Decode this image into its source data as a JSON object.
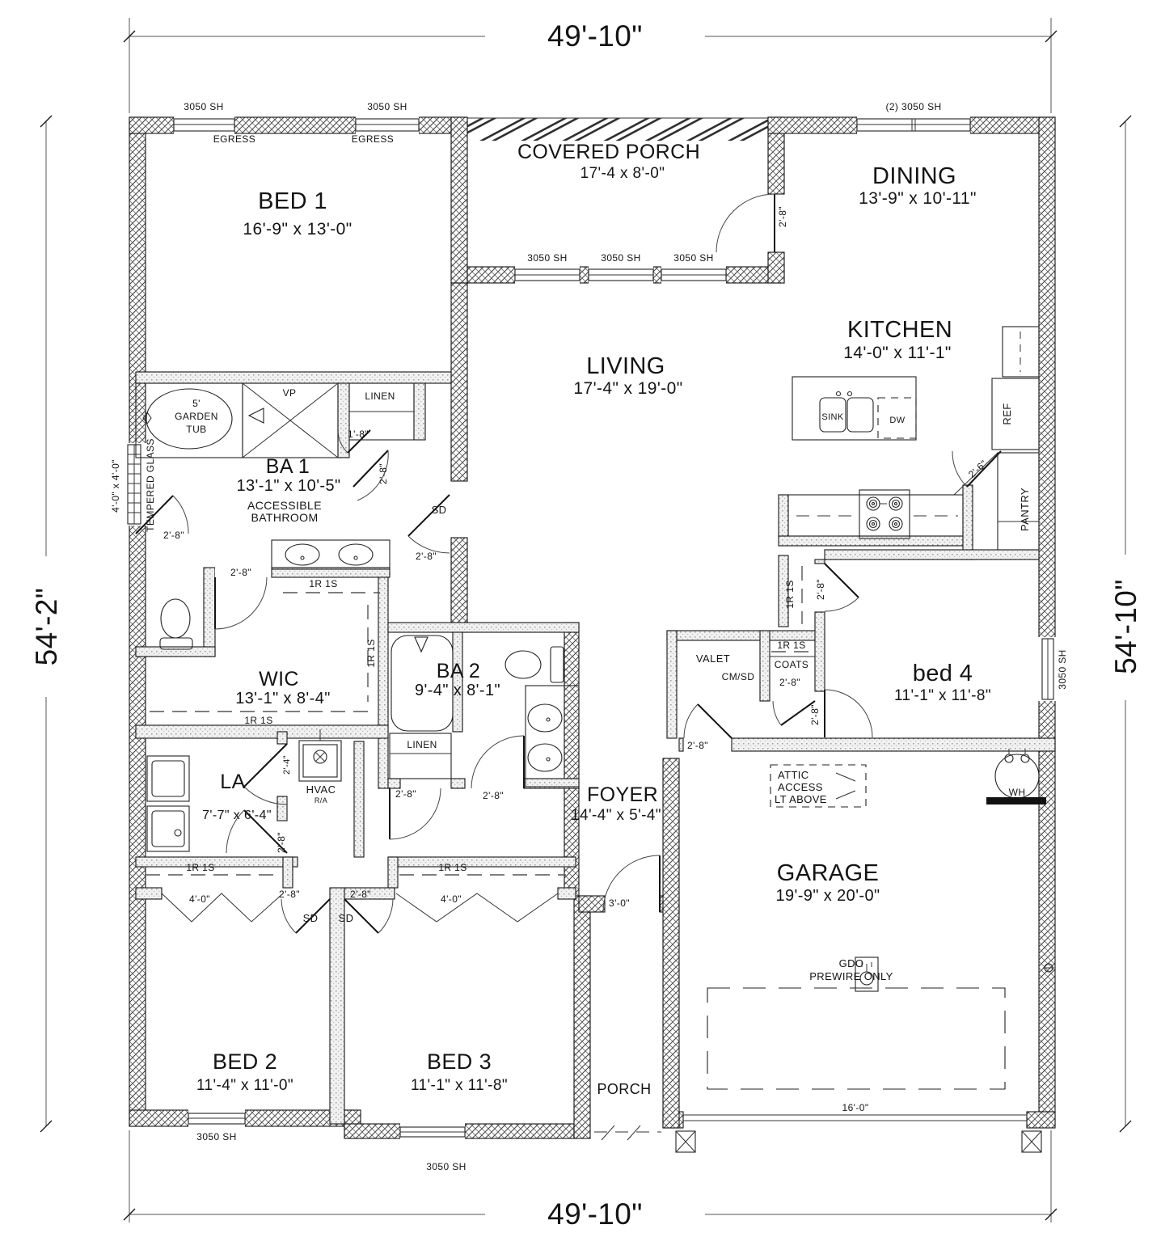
{
  "plan": {
    "dims": {
      "top": "49'-10\"",
      "bottom": "49'-10\"",
      "left": "54'-2\"",
      "right": "54'-10\""
    },
    "rooms": {
      "bed1": {
        "name": "BED 1",
        "size": "16'-9\" x 13'-0\""
      },
      "porch_top": {
        "name": "COVERED PORCH",
        "size": "17'-4 x 8'-0\""
      },
      "dining": {
        "name": "DINING",
        "size": "13'-9\" x 10'-11\""
      },
      "kitchen": {
        "name": "KITCHEN",
        "size": "14'-0\" x 11'-1\""
      },
      "living": {
        "name": "LIVING",
        "size": "17'-4\" x 19'-0\""
      },
      "ba1": {
        "name": "BA 1",
        "size": "13'-1\" x 10'-5\"",
        "note1": "ACCESSIBLE",
        "note2": "BATHROOM"
      },
      "wic": {
        "name": "WIC",
        "size": "13'-1\" x 8'-4\""
      },
      "ba2": {
        "name": "BA 2",
        "size": "9'-4\" x 8'-1\""
      },
      "la": {
        "name": "LA",
        "size": "7'-7\" x 6'-4\""
      },
      "foyer": {
        "name": "FOYER",
        "size": "14'-4\" x 5'-4\""
      },
      "bed4": {
        "name": "bed 4",
        "size": "11'-1\" x 11'-8\""
      },
      "garage": {
        "name": "GARAGE",
        "size": "19'-9\" x 20'-0\""
      },
      "bed2": {
        "name": "BED 2",
        "size": "11'-4\" x 11'-0\""
      },
      "bed3": {
        "name": "BED 3",
        "size": "11'-1\" x 11'-8\""
      },
      "porch_front": {
        "name": "PORCH"
      }
    },
    "labels": {
      "w3050": "3050 SH",
      "w3050x2": "(2) 3050 SH",
      "egress": "EGRESS",
      "d1_8": "1'-8\"",
      "d2_4": "2'-4\"",
      "d2_6": "2'-6\"",
      "d2_8": "2'-8\"",
      "d3_0": "3'-0\"",
      "d4_0": "4'-0\"",
      "d16_0": "16'-0\"",
      "rod": "1R 1S",
      "sd": "SD",
      "vp": "VP",
      "linen": "LINEN",
      "coats": "COATS",
      "valet": "VALET",
      "cmsd": "CM/SD",
      "tub1": "5'",
      "tub2": "GARDEN",
      "tub3": "TUB",
      "tempered": "TEMPERED GLASS",
      "w4040": "4'-0\" x 4'-0\"",
      "sink": "SINK",
      "dw": "DW",
      "ref": "REF",
      "pantry": "PANTRY",
      "hvac": "HVAC",
      "ra": "R/A",
      "wh": "WH",
      "attic1": "ATTIC",
      "attic2": "ACCESS",
      "attic3": "LT ABOVE",
      "gdo1": "GDO",
      "gdo2": "PREWIRE ONLY"
    }
  }
}
